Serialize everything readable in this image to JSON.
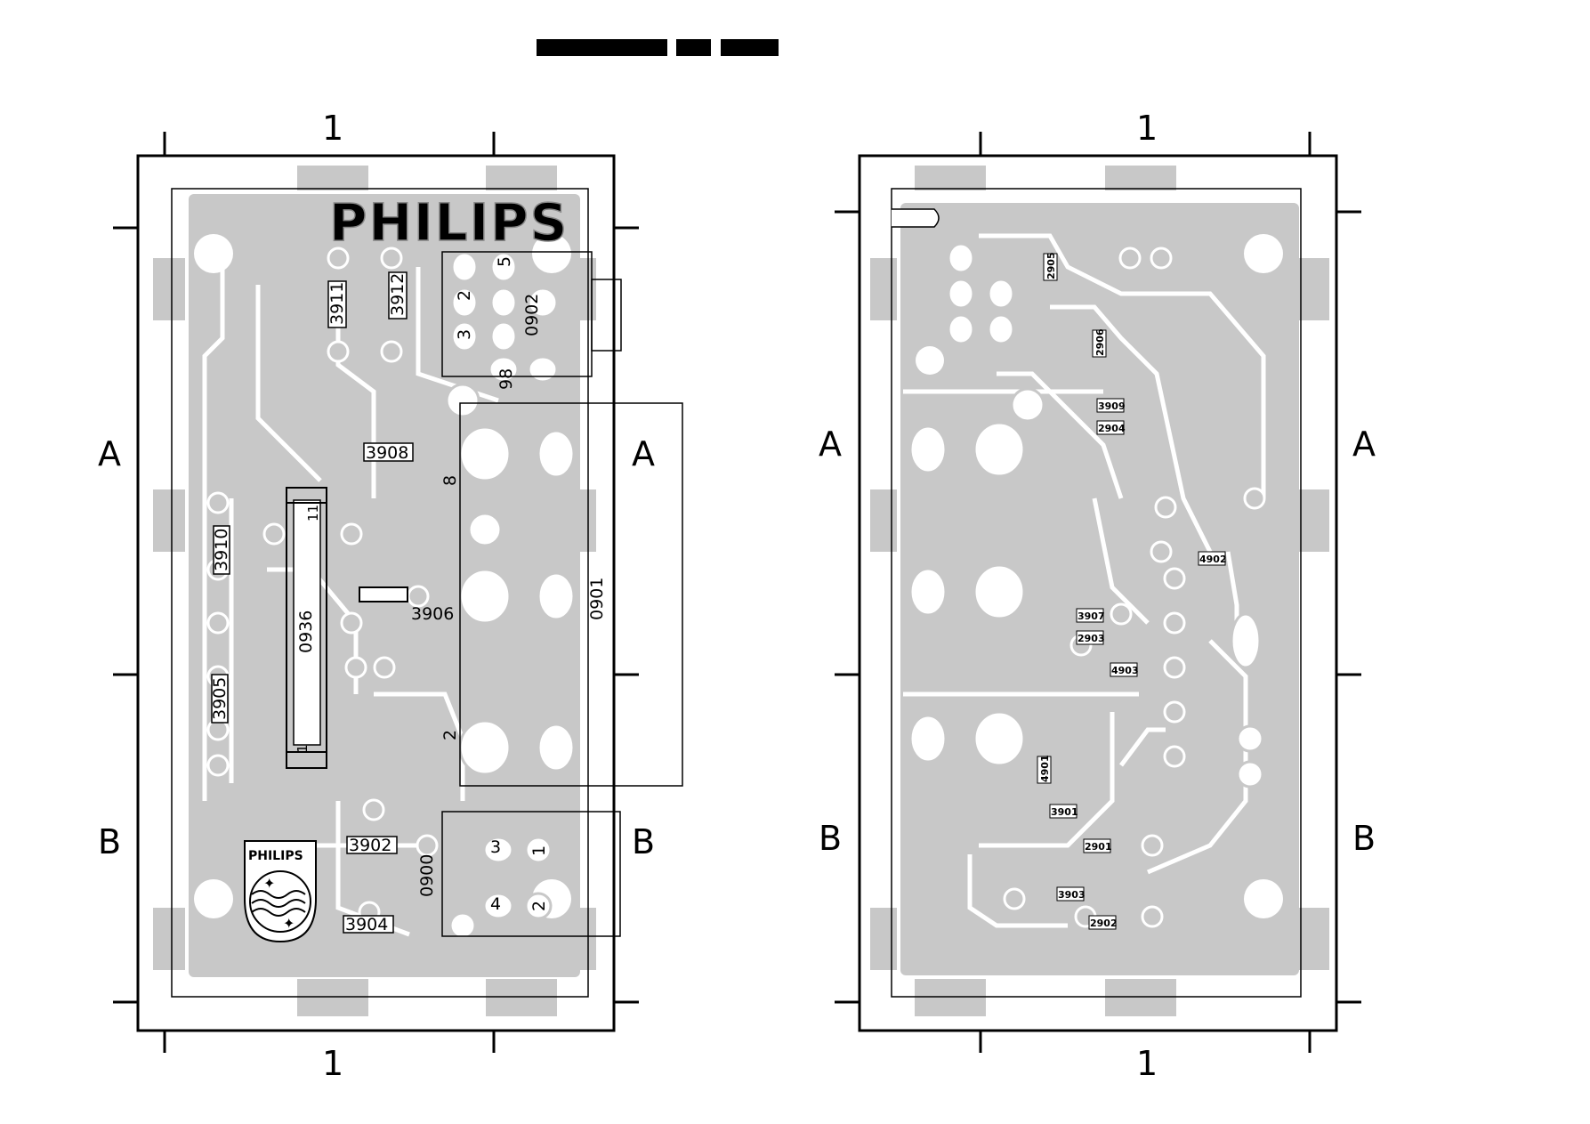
{
  "grid": {
    "col": "1",
    "rows": [
      "A",
      "B"
    ]
  },
  "logo": "PHILIPS",
  "component_side": {
    "resistors": [
      "3911",
      "3912",
      "3908",
      "3910",
      "3905",
      "3902",
      "3904"
    ],
    "part_3906": "3906",
    "connectors": [
      "0902",
      "0901",
      "0936",
      "0900"
    ],
    "pins_0902": [
      "5",
      "2",
      "3",
      "98"
    ],
    "pins_0901": [
      "8",
      "2"
    ],
    "pins_0900": [
      "3",
      "1",
      "4",
      "2"
    ],
    "pins_0936": [
      "11",
      "1"
    ]
  },
  "solder_side": {
    "parts": [
      "2905",
      "2906",
      "3909",
      "2904",
      "4902",
      "3907",
      "2903",
      "4903",
      "4901",
      "3901",
      "2901",
      "3903",
      "2902"
    ]
  },
  "colors": {
    "copper": "#c8c8c8",
    "outline": "#000000",
    "header_bar": "#000000"
  }
}
